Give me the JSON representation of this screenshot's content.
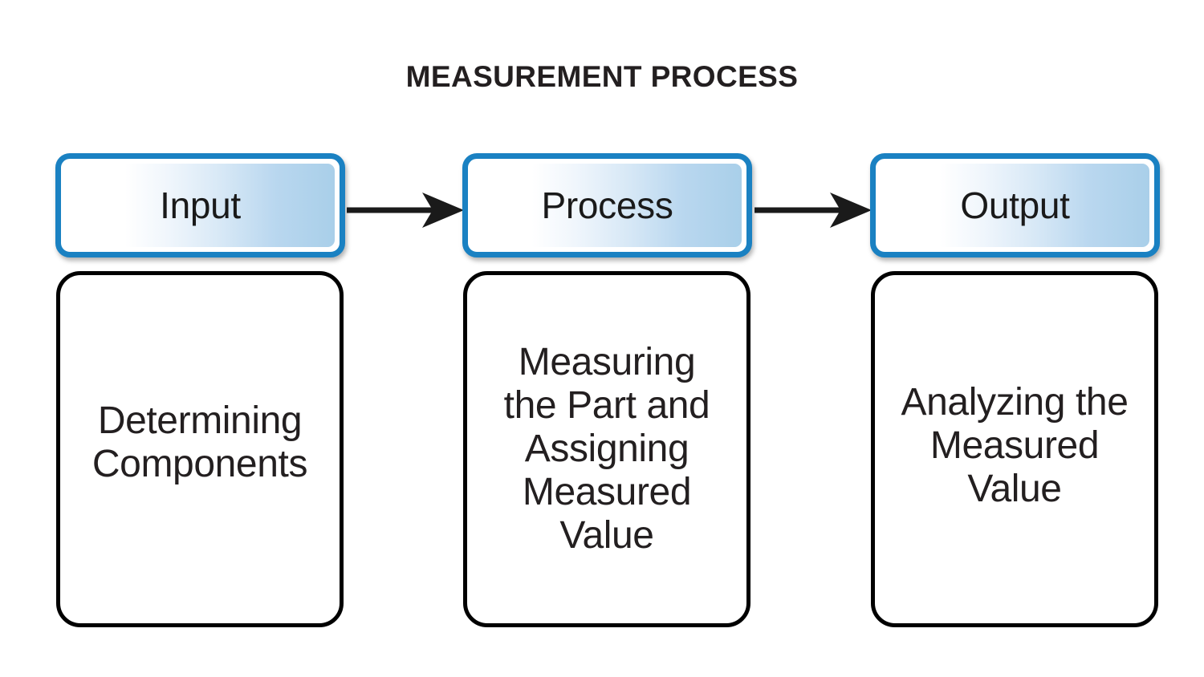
{
  "title": "MEASUREMENT PROCESS",
  "colors": {
    "header_border": "#1a81c2",
    "header_gradient_start": "#ffffff",
    "header_gradient_end": "#a9cfe9",
    "body_border": "#000000",
    "text": "#231f20",
    "background": "#ffffff",
    "arrow": "#1a1a1a"
  },
  "stages": [
    {
      "id": "input",
      "header_label": "Input",
      "body_text": "Determining\nComponents"
    },
    {
      "id": "process",
      "header_label": "Process",
      "body_text": "Measuring\nthe Part and\nAssigning\nMeasured\nValue"
    },
    {
      "id": "output",
      "header_label": "Output",
      "body_text": "Analyzing the\nMeasured\nValue"
    }
  ],
  "connectors": [
    {
      "id": "arrow-input-to-process",
      "from": "input",
      "to": "process",
      "glyph": "arrow-right-icon"
    },
    {
      "id": "arrow-process-to-output",
      "from": "process",
      "to": "output",
      "glyph": "arrow-right-icon"
    }
  ]
}
